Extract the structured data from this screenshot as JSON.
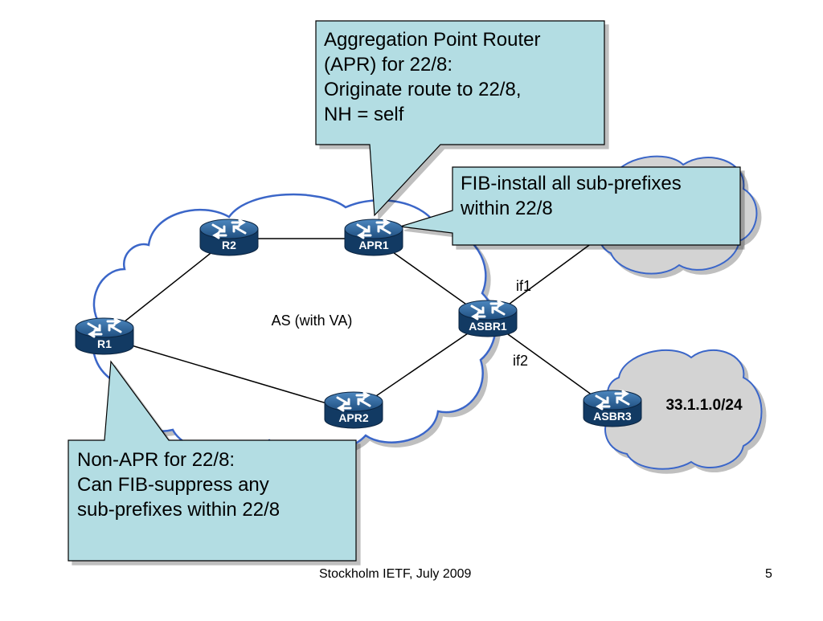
{
  "slide": {
    "footer": "Stockholm IETF, July 2009",
    "page_number": "5"
  },
  "diagram": {
    "as_label": "AS (with VA)",
    "prefix_label": "33.1.1.0/24",
    "interfaces": {
      "if1": "if1",
      "if2": "if2"
    },
    "routers": {
      "r1": "R1",
      "r2": "R2",
      "apr1": "APR1",
      "apr2": "APR2",
      "asbr1": "ASBR1",
      "asbr3": "ASBR3"
    },
    "callouts": {
      "apr_title": "Aggregation Point Router\n(APR) for 22/8:\nOriginate route to 22/8,\nNH = self",
      "fib_install": "FIB-install all sub-prefixes\nwithin 22/8",
      "non_apr": "Non-APR for 22/8:\nCan FIB-suppress any\nsub-prefixes within 22/8"
    },
    "colors": {
      "callout_fill": "#b3dde3",
      "as_cloud_fill": "#ffffff",
      "as_cloud_stroke": "#3a66c8",
      "ext_cloud_fill": "#d3d3d3",
      "router_dark": "#123a63",
      "router_light": "#2a5d8e"
    }
  }
}
